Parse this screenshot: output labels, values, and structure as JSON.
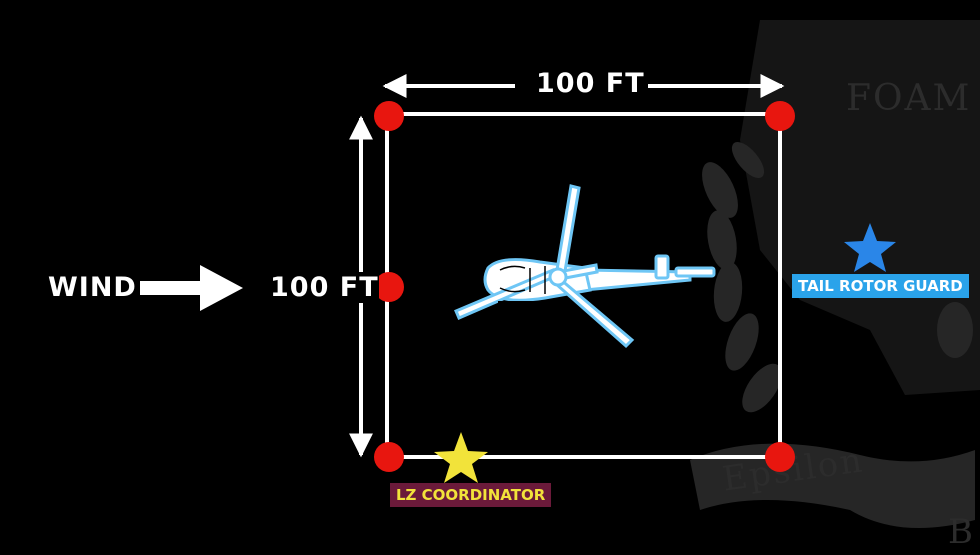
{
  "labels": {
    "top_dimension": "100 FT",
    "side_dimension": "100 FT",
    "wind": "WIND",
    "tail_rotor_guard": "TAIL ROTOR GUARD",
    "lz_coordinator": "LZ COORDINATOR"
  },
  "watermark": {
    "top_word": "FOAM",
    "ribbon_word": "Epsilon",
    "corner_letter": "B"
  },
  "colors": {
    "background": "#000000",
    "boundary_line": "#ffffff",
    "marker": "#e8160f",
    "star": "#f2e33a",
    "guard_star": "#2a86e8",
    "guard_badge_bg": "#2aa3ea",
    "coordinator_badge_bg": "#6b1a3a",
    "coordinator_text": "#f2e33a",
    "helicopter_outline": "#6ec6f5"
  },
  "icons": {
    "wind_arrow": "right-arrow-icon",
    "helicopter": "helicopter-icon",
    "marker": "marker-dot-icon",
    "star": "star-icon"
  }
}
